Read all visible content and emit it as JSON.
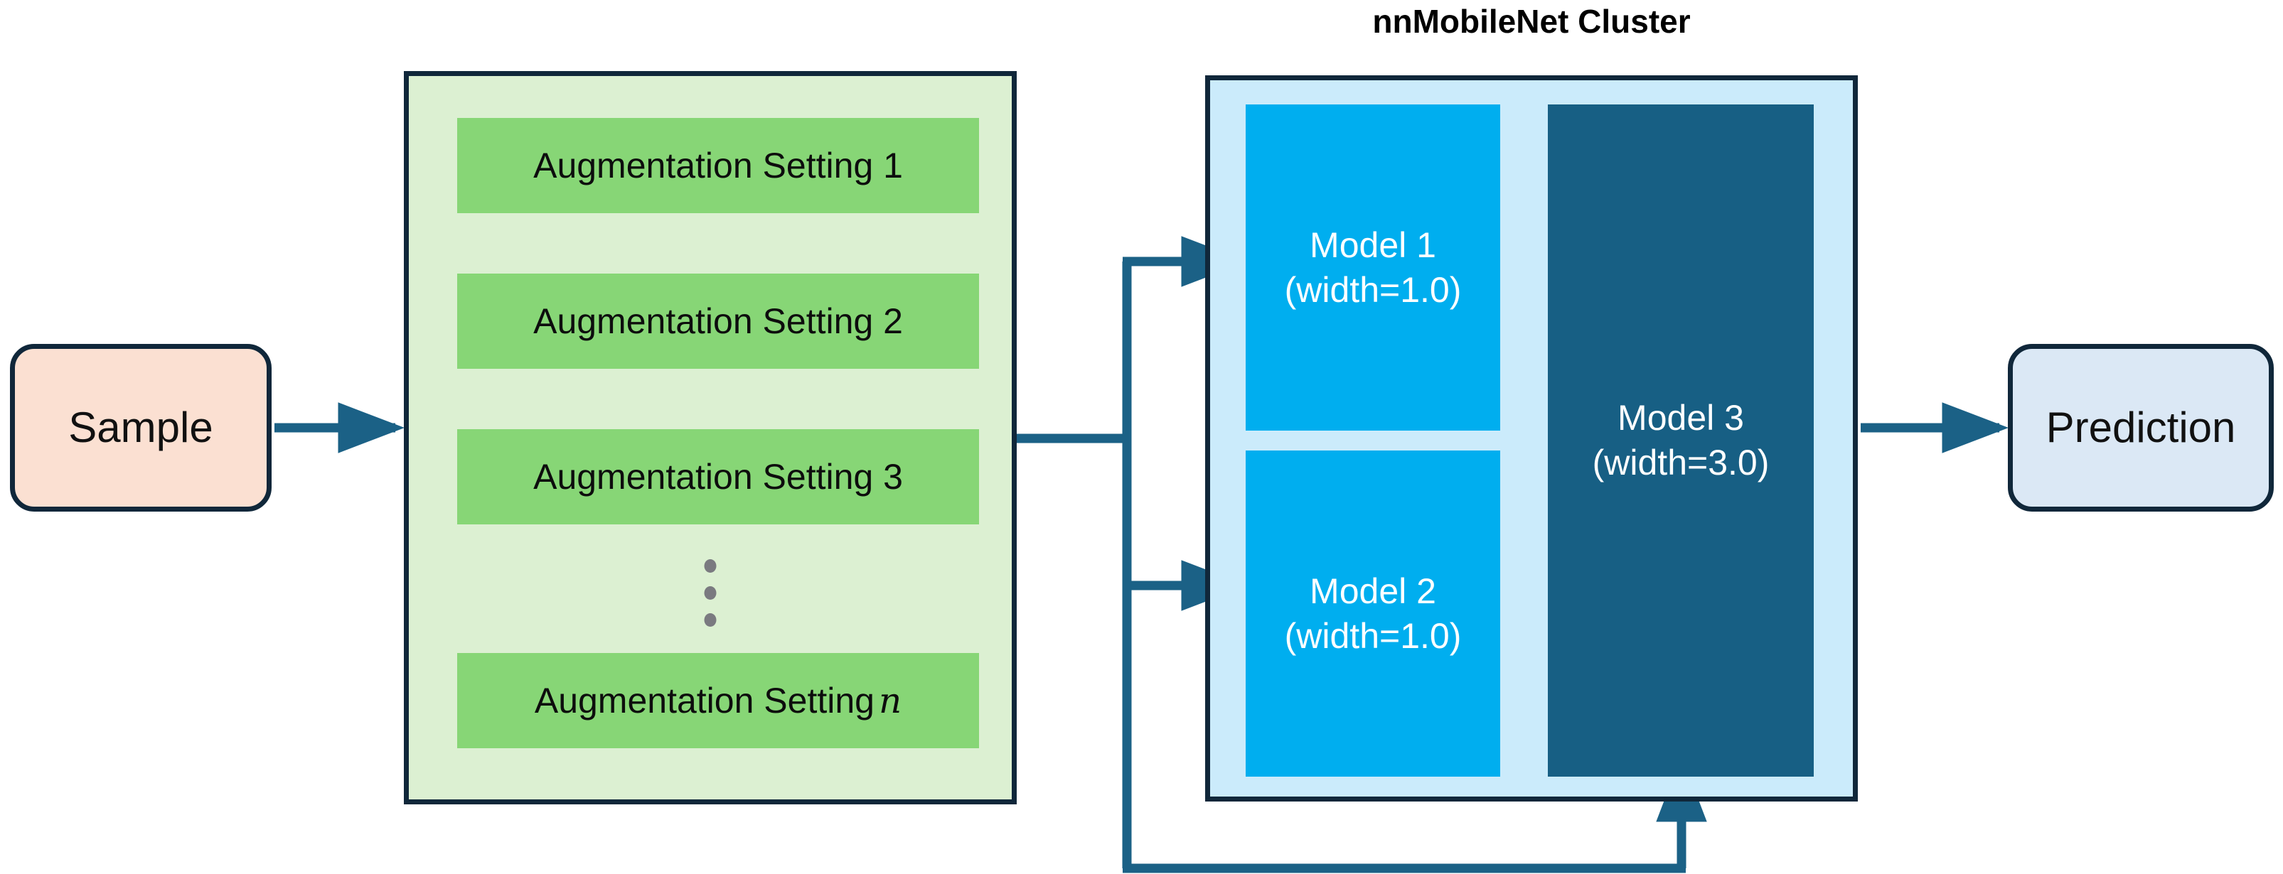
{
  "diagram": {
    "title": "nnMobileNet Cluster",
    "background": "#ffffff"
  },
  "nodes": {
    "sample": {
      "label": "Sample",
      "fill": "#fbe0d2",
      "stroke": "#10273a"
    },
    "prediction": {
      "label": "Prediction",
      "fill": "#dbe8f5",
      "stroke": "#10273a"
    }
  },
  "augmentation": {
    "container_fill": "#dcf0d2",
    "container_stroke": "#10273a",
    "row_fill": "#87d676",
    "rows": [
      {
        "label": "Augmentation Setting 1"
      },
      {
        "label": "Augmentation Setting 2"
      },
      {
        "label": "Augmentation Setting 3"
      }
    ],
    "ellipsis": "vertical-dots",
    "last_row": {
      "label_prefix": "Augmentation Setting",
      "label_index": "n"
    }
  },
  "cluster": {
    "title": "nnMobileNet Cluster",
    "container_fill": "#cbebfb",
    "container_stroke": "#10273a",
    "models": [
      {
        "name": "Model 1",
        "param": "(width=1.0)",
        "fill": "#00aeef",
        "text_color": "#ffffff"
      },
      {
        "name": "Model 2",
        "param": "(width=1.0)",
        "fill": "#00aeef",
        "text_color": "#ffffff"
      },
      {
        "name": "Model 3",
        "param": "(width=3.0)",
        "fill": "#175f84",
        "text_color": "#ffffff"
      }
    ]
  },
  "connectors": {
    "color": "#1b6186",
    "edges": [
      {
        "from": "sample",
        "to": "augmentation",
        "style": "arrow-right"
      },
      {
        "from": "augmentation",
        "to": "branch-trunk",
        "style": "line"
      },
      {
        "from": "branch-trunk",
        "to": "model-1",
        "style": "arrow-right"
      },
      {
        "from": "branch-trunk",
        "to": "model-2",
        "style": "arrow-right"
      },
      {
        "from": "branch-trunk",
        "to": "model-3",
        "style": "arrow-up"
      },
      {
        "from": "cluster",
        "to": "prediction",
        "style": "arrow-right"
      }
    ]
  }
}
